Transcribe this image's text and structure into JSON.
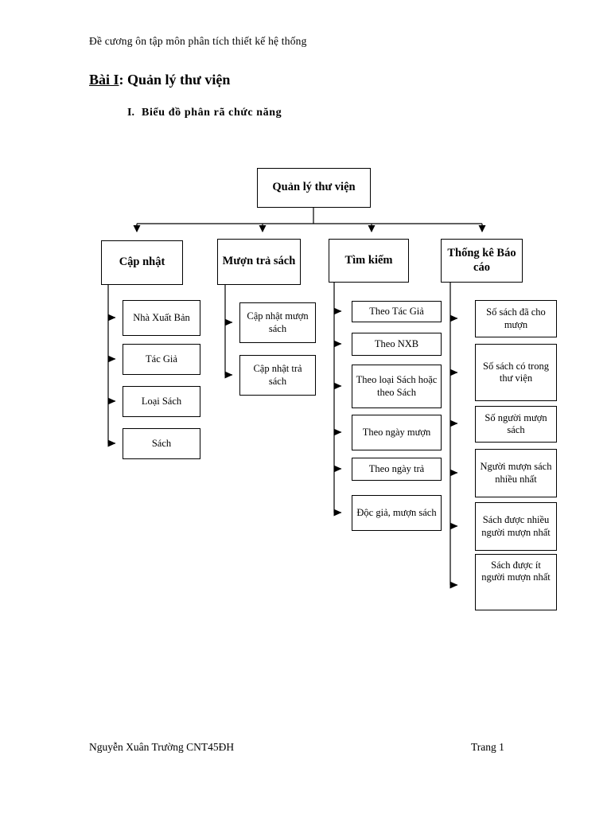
{
  "document": {
    "subtitle": "Đề cương ôn tập môn phân tích thiết kế hệ thống",
    "heading_label": "Bài I",
    "heading_rest": ": Quản lý thư viện",
    "section_number": "I.",
    "section_title": "Biểu đồ phân rã chức năng",
    "footer_left": "Nguyễn Xuân Trường CNT45ĐH",
    "footer_right": "Trang  1"
  },
  "chart_data": {
    "type": "diagram",
    "diagram_kind": "functional-decomposition-tree",
    "title": "Biểu đồ phân rã chức năng",
    "root": "Quản lý thư viện",
    "branches": [
      {
        "label": "Cập nhật",
        "children": [
          "Nhà Xuất Bản",
          "Tác Giả",
          "Loại Sách",
          "Sách"
        ]
      },
      {
        "label": "Mượn trả sách",
        "children": [
          "Cập nhật mượn sách",
          "Cập nhật trả sách"
        ]
      },
      {
        "label": "Tìm kiếm",
        "children": [
          "Theo Tác Giả",
          "Theo NXB",
          "Theo loại Sách hoặc theo Sách",
          "Theo ngày mượn",
          "Theo ngày trả",
          "Độc giả, mượn sách"
        ]
      },
      {
        "label": "Thống kê Báo cáo",
        "children": [
          "Số sách đã cho mượn",
          "Số sách có trong thư viện",
          "Số người mượn sách",
          "Người mượn sách nhiều nhất",
          "Sách được nhiều người mượn nhất",
          "Sách được  ít người mượn nhất"
        ]
      }
    ],
    "colors": {
      "line": "#000000",
      "box_fill": "#ffffff",
      "text": "#000000"
    }
  }
}
